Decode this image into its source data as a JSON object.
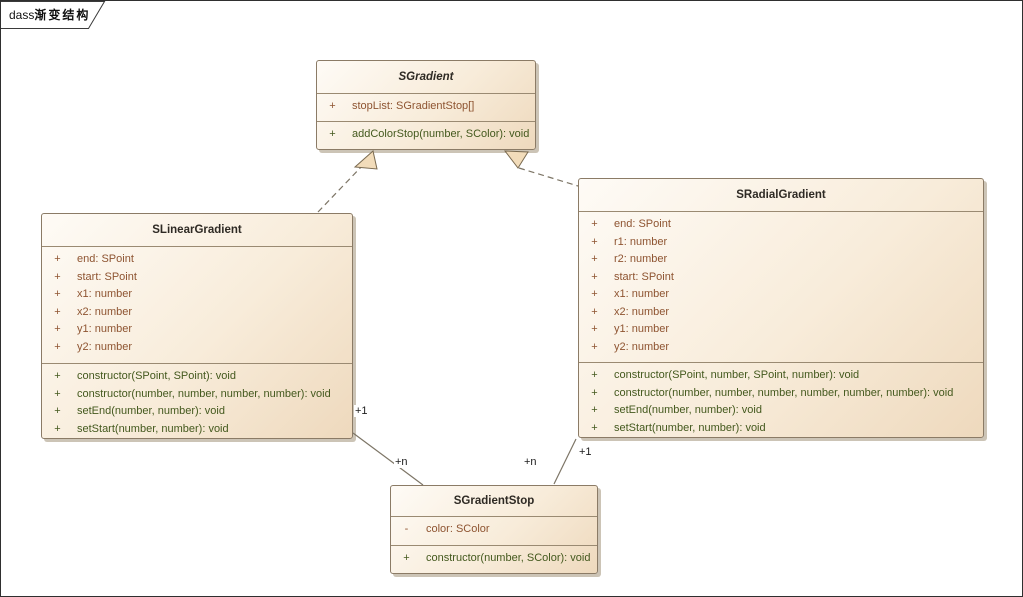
{
  "frame": {
    "label_prefix": "dass",
    "label_title": "渐变结构"
  },
  "classes": {
    "sgradient": {
      "name": "SGradient",
      "abstract": true,
      "attributes": [
        {
          "vis": "+",
          "text": "stopList: SGradientStop[]"
        }
      ],
      "operations": [
        {
          "vis": "+",
          "text": "addColorStop(number, SColor): void"
        }
      ]
    },
    "slineargradient": {
      "name": "SLinearGradient",
      "abstract": false,
      "attributes": [
        {
          "vis": "+",
          "text": "end: SPoint"
        },
        {
          "vis": "+",
          "text": "start: SPoint"
        },
        {
          "vis": "+",
          "text": "x1: number"
        },
        {
          "vis": "+",
          "text": "x2: number"
        },
        {
          "vis": "+",
          "text": "y1: number"
        },
        {
          "vis": "+",
          "text": "y2: number"
        }
      ],
      "operations": [
        {
          "vis": "+",
          "text": "constructor(SPoint, SPoint): void"
        },
        {
          "vis": "+",
          "text": "constructor(number, number, number, number): void"
        },
        {
          "vis": "+",
          "text": "setEnd(number, number): void"
        },
        {
          "vis": "+",
          "text": "setStart(number, number): void"
        }
      ]
    },
    "sradialgradient": {
      "name": "SRadialGradient",
      "abstract": false,
      "attributes": [
        {
          "vis": "+",
          "text": "end: SPoint"
        },
        {
          "vis": "+",
          "text": "r1: number"
        },
        {
          "vis": "+",
          "text": "r2: number"
        },
        {
          "vis": "+",
          "text": "start: SPoint"
        },
        {
          "vis": "+",
          "text": "x1: number"
        },
        {
          "vis": "+",
          "text": "x2: number"
        },
        {
          "vis": "+",
          "text": "y1: number"
        },
        {
          "vis": "+",
          "text": "y2: number"
        }
      ],
      "operations": [
        {
          "vis": "+",
          "text": "constructor(SPoint, number, SPoint, number): void"
        },
        {
          "vis": "+",
          "text": "constructor(number, number, number, number, number, number): void"
        },
        {
          "vis": "+",
          "text": "setEnd(number, number): void"
        },
        {
          "vis": "+",
          "text": "setStart(number, number): void"
        }
      ]
    },
    "sgradientstop": {
      "name": "SGradientStop",
      "abstract": false,
      "attributes": [
        {
          "vis": "-",
          "text": "color: SColor"
        }
      ],
      "operations": [
        {
          "vis": "+",
          "text": "constructor(number, SColor): void"
        }
      ]
    }
  },
  "connector_labels": {
    "linear_one": "+1",
    "linear_n": "+n",
    "radial_n": "+n",
    "radial_one": "+1"
  },
  "colors": {
    "attribute_text": "#8e5431",
    "operation_text": "#44591e",
    "box_border": "#8b7b66",
    "box_fill_light": "#fefbf6",
    "box_fill_dark": "#eed9bd",
    "connector_line": "#7d7566",
    "arrow_fill": "#f2dcba"
  }
}
